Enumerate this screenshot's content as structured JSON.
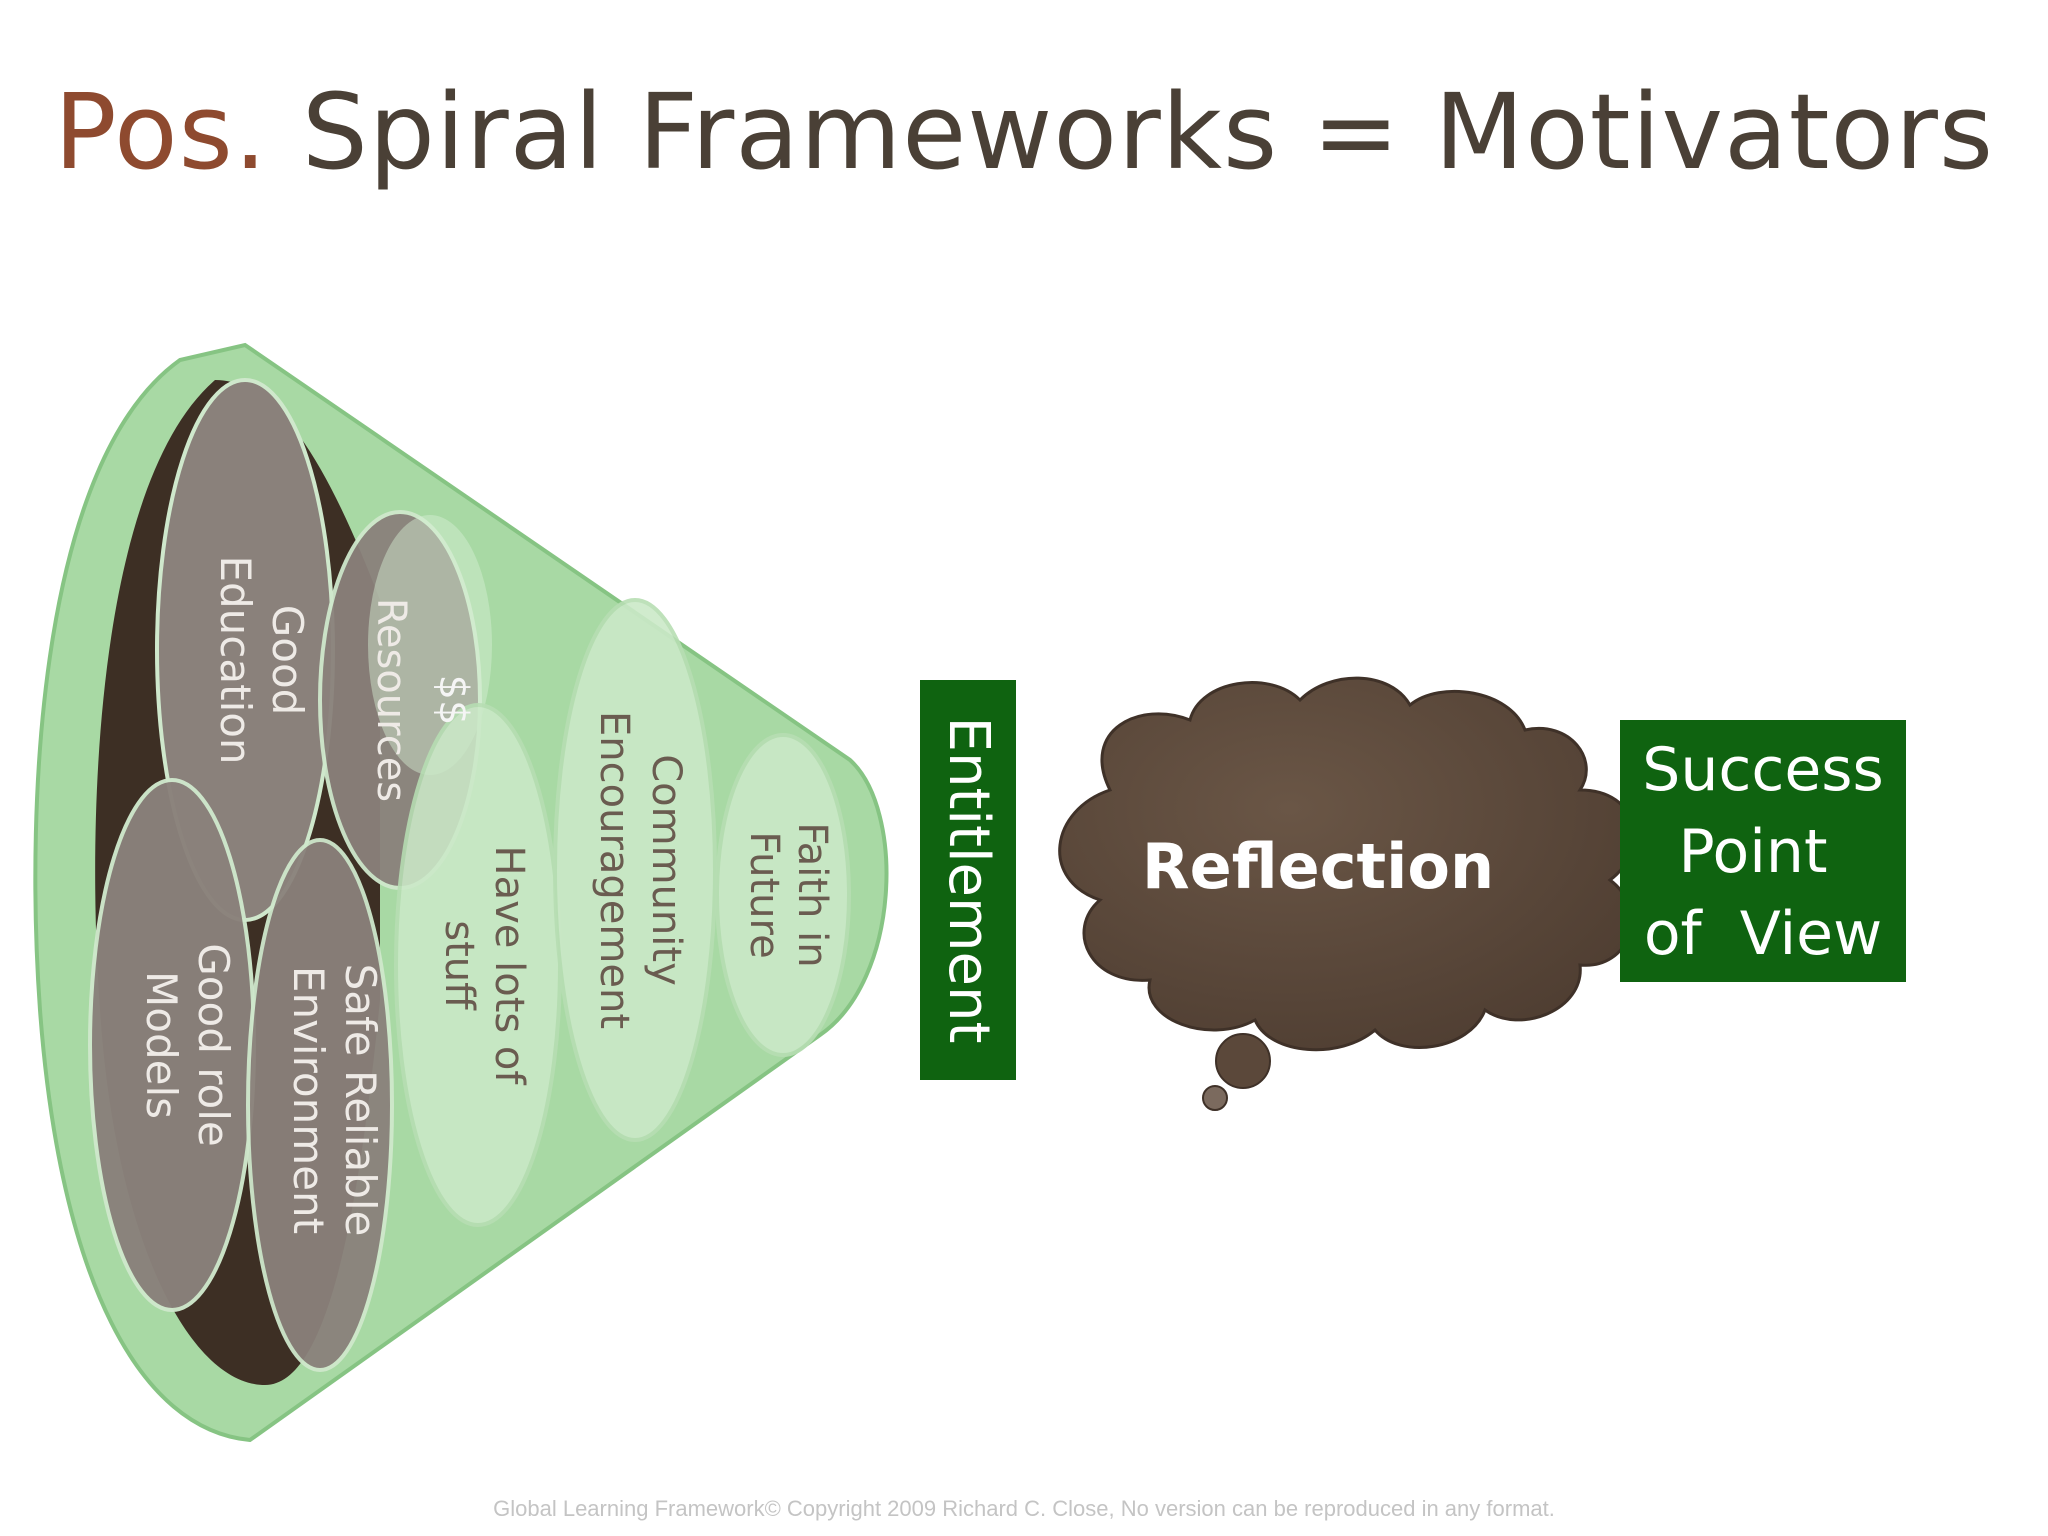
{
  "title": {
    "prefix": "Pos.",
    "main": "Spiral Frameworks = Motivators"
  },
  "cone_items": {
    "good_education": [
      "Good",
      "Education"
    ],
    "resources": [
      "Resources",
      "$$"
    ],
    "good_role_models": [
      "Good role",
      "Models"
    ],
    "safe_reliable_environment": [
      "Safe Reliable",
      "Environment"
    ],
    "have_lots_of_stuff": [
      "Have lots of",
      "stuff"
    ],
    "community_encouragement": [
      "Community",
      "Encouragement"
    ],
    "faith_in_future": [
      "Faith in",
      "Future"
    ]
  },
  "entitlement": "Entitlement",
  "reflection": "Reflection",
  "success_box": [
    "Success",
    "Point",
    "of  View"
  ],
  "footer": "Global Learning Framework© Copyright 2009 Richard C. Close, No version can be reproduced in any format.",
  "colors": {
    "cone_fill": "#a8d9a4",
    "cone_stroke": "#86c483",
    "cone_inner": "#3d2f24",
    "gray_oval": "#8a817b",
    "light_oval": "#cbe9c8",
    "dark_green": "#0f6310",
    "cloud_brown": "#5b483a",
    "title_accent": "#8e4a2f",
    "title_text": "#4a4036"
  }
}
